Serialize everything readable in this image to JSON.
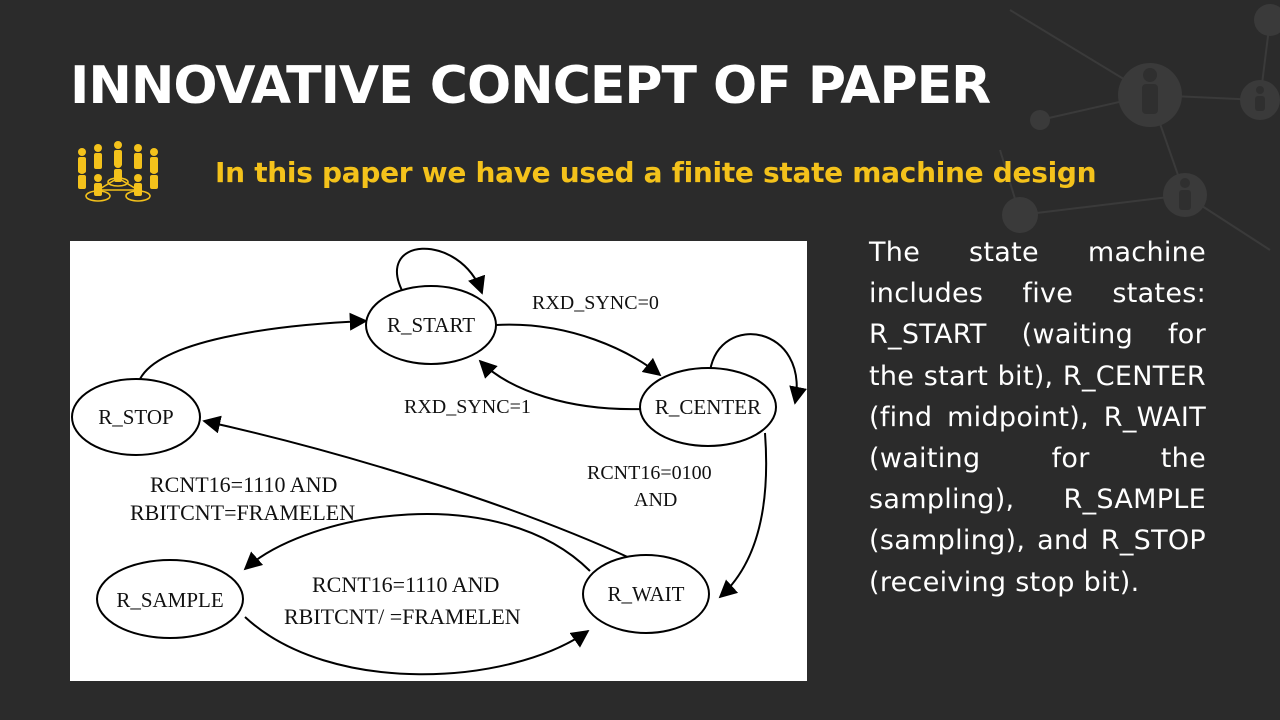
{
  "title": "INNOVATIVE CONCEPT OF PAPER",
  "subtitle": "In this paper we have used a finite state machine design",
  "description": "The state machine includes five states: R_START (waiting for the start bit), R_CENTER (find midpoint), R_WAIT (waiting for the sampling), R_SAMPLE (sampling), and R_STOP (receiving stop bit).",
  "colors": {
    "background": "#2b2b2b",
    "accent": "#f4c21b",
    "text": "#ffffff",
    "panel": "#ffffff"
  },
  "icons": {
    "header_icon": "people-network-icon",
    "background": "network-people-icon"
  },
  "diagram": {
    "states": {
      "r_start": "R_START",
      "r_center": "R_CENTER",
      "r_stop": "R_STOP",
      "r_sample": "R_SAMPLE",
      "r_wait": "R_WAIT"
    },
    "transitions": {
      "start_to_center": "RXD_SYNC=0",
      "center_to_start": "RXD_SYNC=1",
      "center_to_wait_line1": "RCNT16=0100",
      "center_to_wait_line2": "AND",
      "wait_to_stop_line1": "RCNT16=1110 AND",
      "wait_to_stop_line2": "RBITCNT=FRAMELEN",
      "sample_wait_line1": "RCNT16=1110 AND",
      "sample_wait_line2": "RBITCNT/ =FRAMELEN"
    }
  }
}
